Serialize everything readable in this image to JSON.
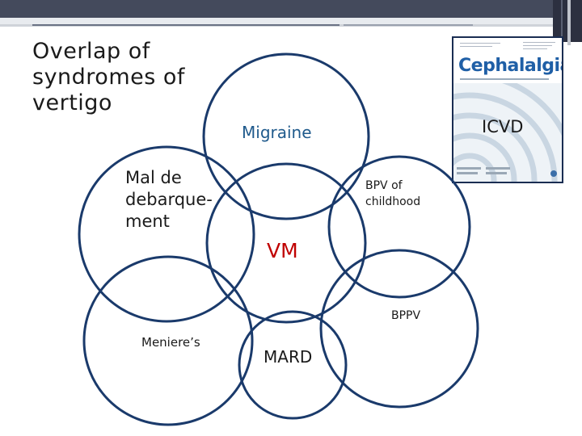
{
  "title": "Overlap of syndromes of vertigo",
  "journal_cover": {
    "name": "Cephalalgia"
  },
  "labels": {
    "migraine": "Migraine",
    "icvd": "ICVD",
    "mal_de_debarquement": "Mal de debarque-ment",
    "bpv_childhood": "BPV of childhood",
    "vm": "VM",
    "bppv": "BPPV",
    "menieres": "Meniere’s",
    "mard": "MARD"
  },
  "colors": {
    "circle_stroke": "#1a3a6b",
    "vm": "#c00000",
    "migraine": "#1f5a8c",
    "cover_brand": "#1f5fa6"
  }
}
